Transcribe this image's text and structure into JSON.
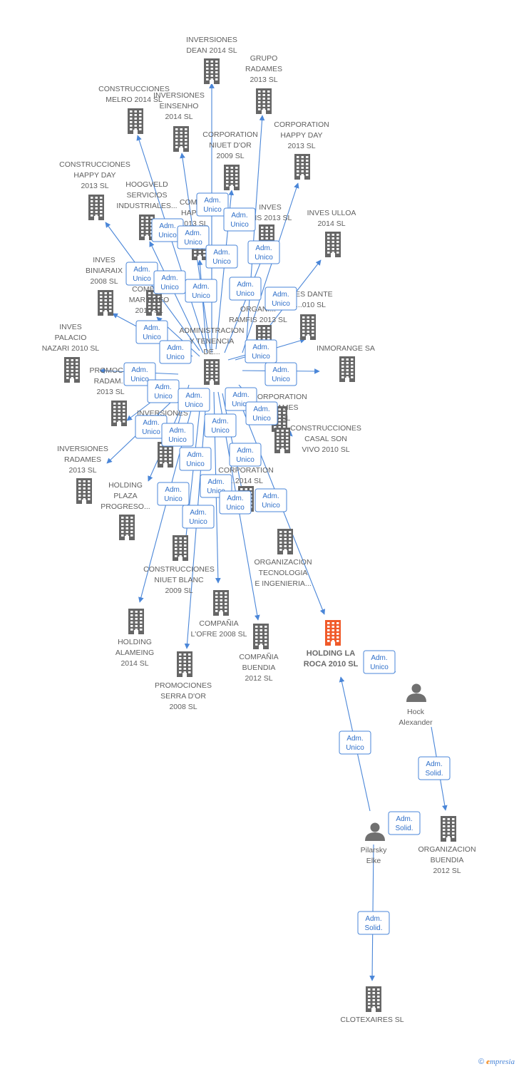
{
  "colors": {
    "edge": "#4a86d8",
    "company": "#666666",
    "focus": "#f05a2a",
    "person": "#707070",
    "label": "#5f5f5f"
  },
  "nodes": [
    {
      "id": "hub",
      "type": "company",
      "lines": [
        "ADMINISTRACION",
        "Y TENENCIA",
        "DE..."
      ]
    },
    {
      "id": "dean",
      "type": "company",
      "lines": [
        "INVERSIONES",
        "DEAN 2014  SL"
      ]
    },
    {
      "id": "grupo",
      "type": "company",
      "lines": [
        "GRUPO",
        "RADAMES",
        "2013  SL"
      ]
    },
    {
      "id": "melro",
      "type": "company",
      "lines": [
        "CONSTRUCCIONES",
        "MELRO 2014  SL"
      ]
    },
    {
      "id": "einsenho",
      "type": "company",
      "lines": [
        "INVERSIONES",
        "EINSENHO",
        "2014  SL"
      ]
    },
    {
      "id": "niuetdor",
      "type": "company",
      "lines": [
        "CORPORATION",
        "NIUET D'OR",
        "2009 SL"
      ]
    },
    {
      "id": "corphappy",
      "type": "company",
      "lines": [
        "CORPORATION",
        "HAPPY DAY",
        "2013  SL"
      ]
    },
    {
      "id": "consthappy",
      "type": "company",
      "lines": [
        "CONSTRUCCIONES",
        "HAPPY DAY",
        "2013  SL"
      ]
    },
    {
      "id": "hoogveld",
      "type": "company",
      "lines": [
        "HOOGVELD",
        "SERVICIOS",
        "INDUSTRIALES..."
      ]
    },
    {
      "id": "comhappy",
      "type": "company",
      "lines": [
        "COME...",
        "HAPP...",
        "2013  SL"
      ]
    },
    {
      "id": "invesis",
      "type": "company",
      "lines": [
        "INVES",
        "...IS 2013  SL"
      ]
    },
    {
      "id": "ulloa",
      "type": "company",
      "lines": [
        "INVES ULLOA",
        "2014  SL"
      ]
    },
    {
      "id": "biniaraix",
      "type": "company",
      "lines": [
        "INVES",
        "BINIARAIX",
        "2008 SL"
      ]
    },
    {
      "id": "egeo",
      "type": "company",
      "lines": [
        "COMER...",
        "MAR EGEO",
        "2010 SL"
      ]
    },
    {
      "id": "ramfis",
      "type": "company",
      "lines": [
        "ORGANI...",
        "RAMFIS 2013  SL"
      ]
    },
    {
      "id": "dante",
      "type": "company",
      "lines": [
        "...ES DANTE",
        "...010 SL"
      ]
    },
    {
      "id": "palacio",
      "type": "company",
      "lines": [
        "INVES",
        "PALACIO",
        "NAZARI 2010 SL"
      ]
    },
    {
      "id": "inmorange",
      "type": "company",
      "lines": [
        "INMORANGE SA"
      ]
    },
    {
      "id": "promradam",
      "type": "company",
      "lines": [
        "PROMOCI...",
        "RADAM...",
        "2013  SL"
      ]
    },
    {
      "id": "corpradam",
      "type": "company",
      "lines": [
        "CORPORATION",
        "...ADAMES",
        "...3  SL"
      ]
    },
    {
      "id": "inversionesmid",
      "type": "company",
      "lines": [
        "INVERSIONES",
        "..."
      ]
    },
    {
      "id": "casal",
      "type": "company",
      "lines": [
        "CONSTRUCCIONES",
        "CASAL SON",
        "VIVO 2010 SL"
      ]
    },
    {
      "id": "invradames",
      "type": "company",
      "lines": [
        "INVERSIONES",
        "RADAMES",
        "2013  SL"
      ]
    },
    {
      "id": "holdplaza",
      "type": "company",
      "lines": [
        "HOLDING",
        "PLAZA",
        "PROGRESO..."
      ]
    },
    {
      "id": "corp2014",
      "type": "company",
      "lines": [
        "CORPORATION",
        "...2014  SL"
      ]
    },
    {
      "id": "orgtec",
      "type": "company",
      "lines": [
        "ORGANIZACION",
        "TECNOLOGIA",
        "E INGENIERIA..."
      ]
    },
    {
      "id": "niuetblanc",
      "type": "company",
      "lines": [
        "CONSTRUCCIONES",
        "NIUET BLANC",
        "2009 SL"
      ]
    },
    {
      "id": "lofre",
      "type": "company",
      "lines": [
        "COMPAÑIA",
        "L'OFRE 2008 SL"
      ]
    },
    {
      "id": "alameing",
      "type": "company",
      "lines": [
        "HOLDING",
        "ALAMEING",
        "2014  SL"
      ]
    },
    {
      "id": "buendia",
      "type": "company",
      "lines": [
        "COMPAÑIA",
        "BUENDIA",
        "2012 SL"
      ]
    },
    {
      "id": "larocca",
      "type": "focus",
      "lines": [
        "HOLDING LA",
        "ROCA 2010 SL"
      ]
    },
    {
      "id": "serra",
      "type": "company",
      "lines": [
        "PROMOCIONES",
        "SERRA D'OR",
        "2008 SL"
      ]
    },
    {
      "id": "hock",
      "type": "person",
      "lines": [
        "Hock",
        "Alexander"
      ]
    },
    {
      "id": "orgbuendia",
      "type": "company",
      "lines": [
        "ORGANIZACION",
        "BUENDIA",
        "2012 SL"
      ]
    },
    {
      "id": "pilarsky",
      "type": "person",
      "lines": [
        "Pilarsky",
        "Elke"
      ]
    },
    {
      "id": "clotexaires",
      "type": "company",
      "lines": [
        "CLOTEXAIRES SL"
      ]
    }
  ],
  "roles": [
    {
      "lines": [
        "Adm.",
        "Unico"
      ]
    },
    {
      "lines": [
        "Adm.",
        "Unico"
      ]
    },
    {
      "lines": [
        "Adm.",
        "Unico"
      ]
    },
    {
      "lines": [
        "Adm.",
        "Unico"
      ]
    },
    {
      "lines": [
        "Adm.",
        "Unico"
      ]
    },
    {
      "lines": [
        "Adm.",
        "Unico"
      ]
    },
    {
      "lines": [
        "Adm.",
        "Unico"
      ]
    },
    {
      "lines": [
        "Adm.",
        "Unico"
      ]
    },
    {
      "lines": [
        "Adm.",
        "Unico"
      ]
    },
    {
      "lines": [
        "Adm.",
        "Unico"
      ]
    },
    {
      "lines": [
        "Adm.",
        "Unico"
      ]
    },
    {
      "lines": [
        "Adm.",
        "Unico"
      ]
    },
    {
      "lines": [
        "Adm.",
        "Unico"
      ]
    },
    {
      "lines": [
        "Adm.",
        "Unico"
      ]
    },
    {
      "lines": [
        "Adm.",
        "Unico"
      ]
    },
    {
      "lines": [
        "Adm.",
        "Unico"
      ]
    },
    {
      "lines": [
        "Adm.",
        "Unico"
      ]
    },
    {
      "lines": [
        "Adm.",
        "Unico"
      ]
    },
    {
      "lines": [
        "Adm.",
        "Unico"
      ]
    },
    {
      "lines": [
        "Adm.",
        "Unico"
      ]
    },
    {
      "lines": [
        "Adm.",
        "Unico"
      ]
    },
    {
      "lines": [
        "Adm.",
        "Unico"
      ]
    },
    {
      "lines": [
        "Adm.",
        "Unico"
      ]
    },
    {
      "lines": [
        "Adm.",
        "Unico"
      ]
    },
    {
      "lines": [
        "Adm.",
        "Unico"
      ]
    },
    {
      "lines": [
        "Adm.",
        "Unico"
      ]
    },
    {
      "lines": [
        "Adm.",
        "Unico"
      ]
    },
    {
      "lines": [
        "Adm.",
        "Unico"
      ]
    },
    {
      "lines": [
        "Adm.",
        "Unico"
      ]
    },
    {
      "lines": [
        "Adm.",
        "Unico"
      ]
    },
    {
      "lines": [
        "Adm.",
        "Unico"
      ]
    },
    {
      "lines": [
        "Adm.",
        "Unico"
      ]
    },
    {
      "lines": [
        "Adm.",
        "Solid."
      ]
    },
    {
      "lines": [
        "Adm.",
        "Solid."
      ]
    },
    {
      "lines": [
        "Adm.",
        "Solid."
      ]
    },
    {
      "lines": [
        "Adm.",
        "Solid."
      ]
    },
    {
      "lines": [
        "Adm.",
        "Unico"
      ]
    }
  ],
  "copyright": {
    "symbol": "©",
    "brand_initial": "e",
    "brand_rest": "mpresia"
  }
}
